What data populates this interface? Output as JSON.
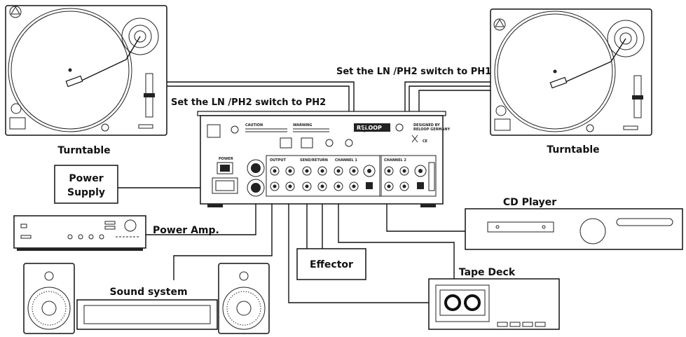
{
  "labels": {
    "switch_ph1": "Set the LN /PH2 switch to PH1",
    "switch_ph2": "Set the LN /PH2 switch to PH2",
    "turntable_left": "Turntable",
    "turntable_right": "Turntable",
    "power_supply_line1": "Power",
    "power_supply_line2": "Supply",
    "power_amp": "Power Amp.",
    "cd_player": "CD Player",
    "effector": "Effector",
    "tape_deck": "Tape Deck",
    "sound_system": "Sound system"
  },
  "mixer_panel": {
    "brand": "RELOOP",
    "caution": "CAUTION",
    "warning": "WARNING",
    "power": "POWER",
    "output": "OUTPUT",
    "send_return": "SEND/RETURN",
    "channel1": "CHANNEL 1",
    "channel2": "CHANNEL 2",
    "designed": "DESIGNED BY",
    "germany": "RELOOP GERMANY",
    "ce": "CE"
  }
}
